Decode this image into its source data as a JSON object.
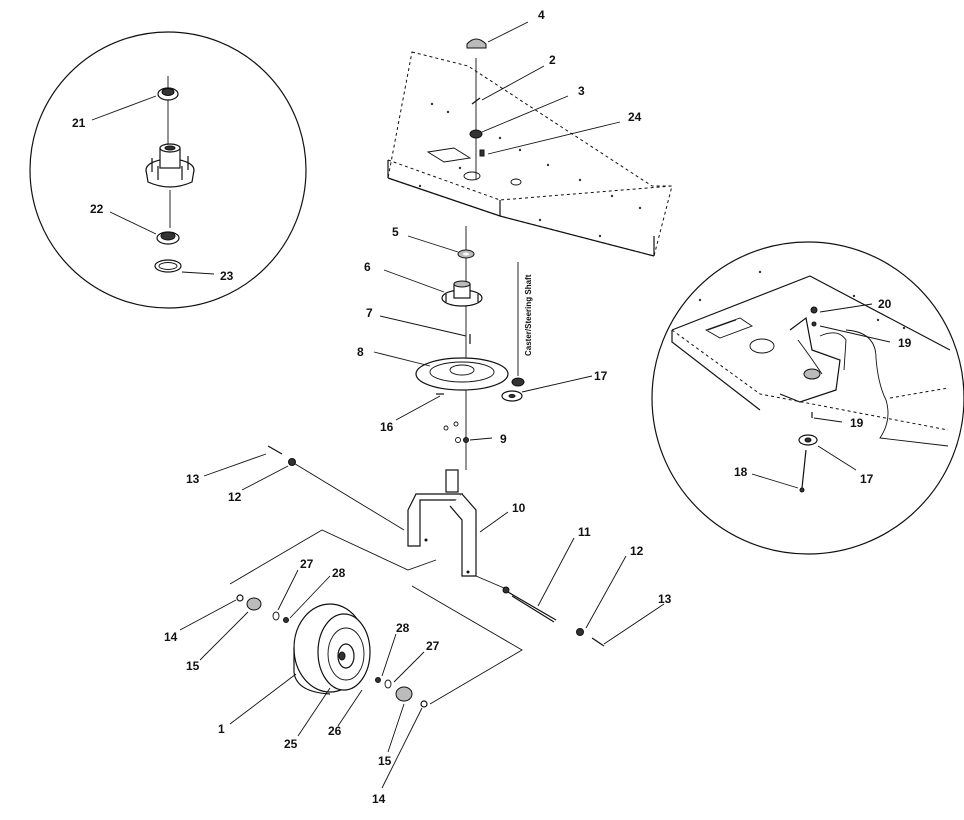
{
  "diagram": {
    "rotated_label": "Caster/Steering Shaft",
    "callouts": [
      "1",
      "2",
      "3",
      "4",
      "5",
      "6",
      "7",
      "8",
      "9",
      "10",
      "11",
      "12",
      "13",
      "14",
      "15",
      "16",
      "17",
      "18",
      "19",
      "20",
      "21",
      "22",
      "23",
      "24",
      "25",
      "26",
      "27",
      "28"
    ]
  },
  "labels": {
    "c1": "1",
    "c2": "2",
    "c3": "3",
    "c4": "4",
    "c5": "5",
    "c6": "6",
    "c7": "7",
    "c8": "8",
    "c9": "9",
    "c10": "10",
    "c11": "11",
    "c12a": "12",
    "c12b": "12",
    "c13a": "13",
    "c13b": "13",
    "c14a": "14",
    "c14b": "14",
    "c15a": "15",
    "c15b": "15",
    "c16": "16",
    "c17a": "17",
    "c17b": "17",
    "c18": "18",
    "c19a": "19",
    "c19b": "19",
    "c20": "20",
    "c21": "21",
    "c22": "22",
    "c23": "23",
    "c24": "24",
    "c25": "25",
    "c26": "26",
    "c27a": "27",
    "c27b": "27",
    "c28a": "28",
    "c28b": "28"
  }
}
